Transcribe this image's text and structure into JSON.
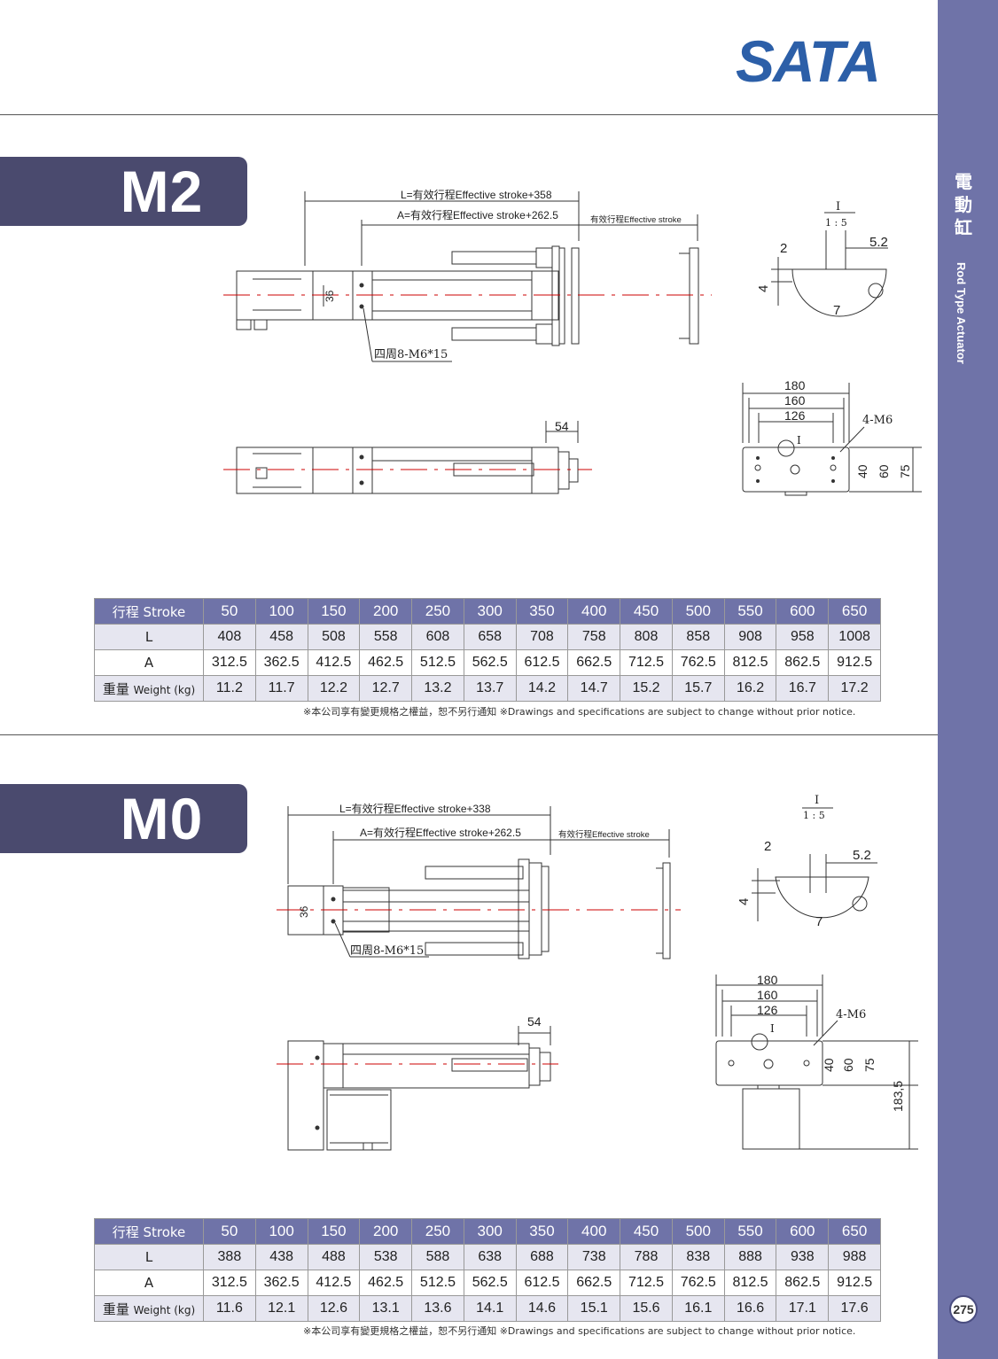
{
  "brand": {
    "logo_text": "SATA",
    "logo_color": "#2c5fa8"
  },
  "sidebar": {
    "category_cjk": "電動缸",
    "category_en": "Rod Type Actuator",
    "page_number": "275",
    "color": "#6f73a8"
  },
  "models": [
    {
      "name": "M2",
      "drawing": {
        "dim_L": "L=有效行程Effective stroke+358",
        "dim_A": "A=有效行程Effective stroke+262.5",
        "dim_stroke": "有效行程Effective stroke",
        "dim_36": "36",
        "holes_note": "四周8-M6*15",
        "dim_54": "54",
        "detail_label": "I",
        "detail_scale": "1 : 5",
        "detail_dims": [
          "2",
          "5.2",
          "4",
          "7"
        ],
        "flange_dims": [
          "180",
          "160",
          "126",
          "4-M6",
          "40",
          "60",
          "75"
        ]
      },
      "table": {
        "header_label": "行程 Stroke",
        "strokes": [
          "50",
          "100",
          "150",
          "200",
          "250",
          "300",
          "350",
          "400",
          "450",
          "500",
          "550",
          "600",
          "650"
        ],
        "rows": [
          {
            "label": "L",
            "label_sub": "",
            "values": [
              "408",
              "458",
              "508",
              "558",
              "608",
              "658",
              "708",
              "758",
              "808",
              "858",
              "908",
              "958",
              "1008"
            ]
          },
          {
            "label": "A",
            "label_sub": "",
            "values": [
              "312.5",
              "362.5",
              "412.5",
              "462.5",
              "512.5",
              "562.5",
              "612.5",
              "662.5",
              "712.5",
              "762.5",
              "812.5",
              "862.5",
              "912.5"
            ]
          },
          {
            "label": "重量",
            "label_sub": "Weight (kg)",
            "values": [
              "11.2",
              "11.7",
              "12.2",
              "12.7",
              "13.2",
              "13.7",
              "14.2",
              "14.7",
              "15.2",
              "15.7",
              "16.2",
              "16.7",
              "17.2"
            ]
          }
        ]
      },
      "note": "※本公司享有變更規格之權益，恕不另行通知 ※Drawings and specifications are subject to change without prior notice."
    },
    {
      "name": "M0",
      "drawing": {
        "dim_L": "L=有效行程Effective stroke+338",
        "dim_A": "A=有效行程Effective stroke+262.5",
        "dim_stroke": "有效行程Effective stroke",
        "dim_36": "36",
        "holes_note": "四周8-M6*15",
        "dim_54": "54",
        "detail_label": "I",
        "detail_scale": "1 : 5",
        "detail_dims": [
          "2",
          "5.2",
          "4",
          "7"
        ],
        "flange_dims": [
          "180",
          "160",
          "126",
          "4-M6",
          "40",
          "60",
          "75",
          "183,5"
        ]
      },
      "table": {
        "header_label": "行程 Stroke",
        "strokes": [
          "50",
          "100",
          "150",
          "200",
          "250",
          "300",
          "350",
          "400",
          "450",
          "500",
          "550",
          "600",
          "650"
        ],
        "rows": [
          {
            "label": "L",
            "label_sub": "",
            "values": [
              "388",
              "438",
              "488",
              "538",
              "588",
              "638",
              "688",
              "738",
              "788",
              "838",
              "888",
              "938",
              "988"
            ]
          },
          {
            "label": "A",
            "label_sub": "",
            "values": [
              "312.5",
              "362.5",
              "412.5",
              "462.5",
              "512.5",
              "562.5",
              "612.5",
              "662.5",
              "712.5",
              "762.5",
              "812.5",
              "862.5",
              "912.5"
            ]
          },
          {
            "label": "重量",
            "label_sub": "Weight (kg)",
            "values": [
              "11.6",
              "12.1",
              "12.6",
              "13.1",
              "13.6",
              "14.1",
              "14.6",
              "15.1",
              "15.6",
              "16.1",
              "16.6",
              "17.1",
              "17.6"
            ]
          }
        ]
      },
      "note": "※本公司享有變更規格之權益，恕不另行通知 ※Drawings and specifications are subject to change without prior notice."
    }
  ]
}
